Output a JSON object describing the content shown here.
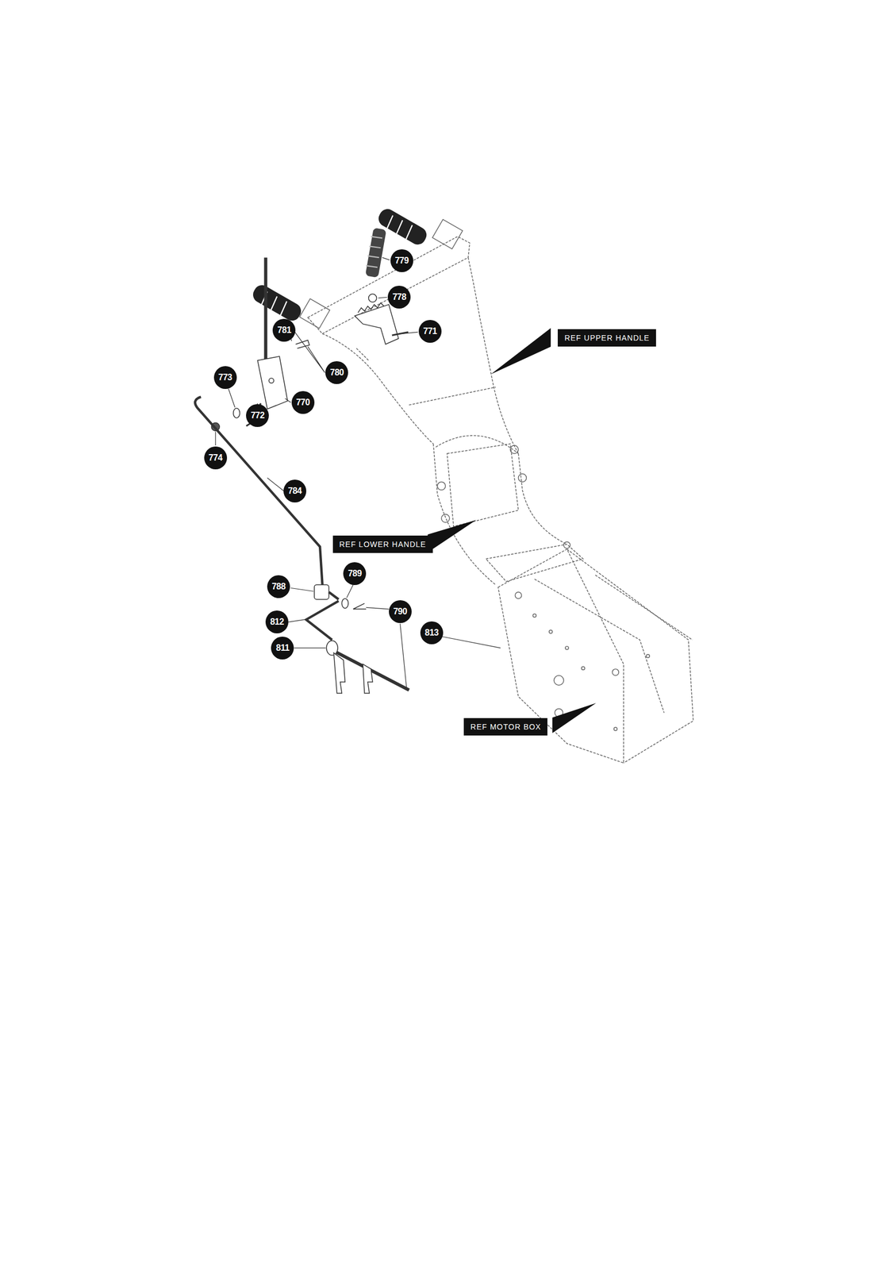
{
  "diagram": {
    "nodes": [
      {
        "text": [
          "779"
        ]
      },
      {
        "text": [
          "778"
        ]
      },
      {
        "text": [
          "781"
        ]
      },
      {
        "text": [
          "771"
        ]
      },
      {
        "text": [
          "REF UPPER HANDLE"
        ]
      },
      {
        "text": [
          "780"
        ]
      },
      {
        "text": [
          "773"
        ]
      },
      {
        "text": [
          "770"
        ]
      },
      {
        "text": [
          "772"
        ]
      },
      {
        "text": [
          "774"
        ]
      },
      {
        "text": [
          "784"
        ]
      },
      {
        "text": [
          "REF LOWER HANDLE"
        ]
      },
      {
        "text": [
          "789"
        ]
      },
      {
        "text": [
          "788"
        ]
      },
      {
        "text": [
          "790"
        ]
      },
      {
        "text": [
          "812"
        ]
      },
      {
        "text": [
          "813"
        ]
      },
      {
        "text": [
          "811"
        ]
      },
      {
        "text": [
          "REF MOTOR BOX"
        ]
      }
    ]
  }
}
